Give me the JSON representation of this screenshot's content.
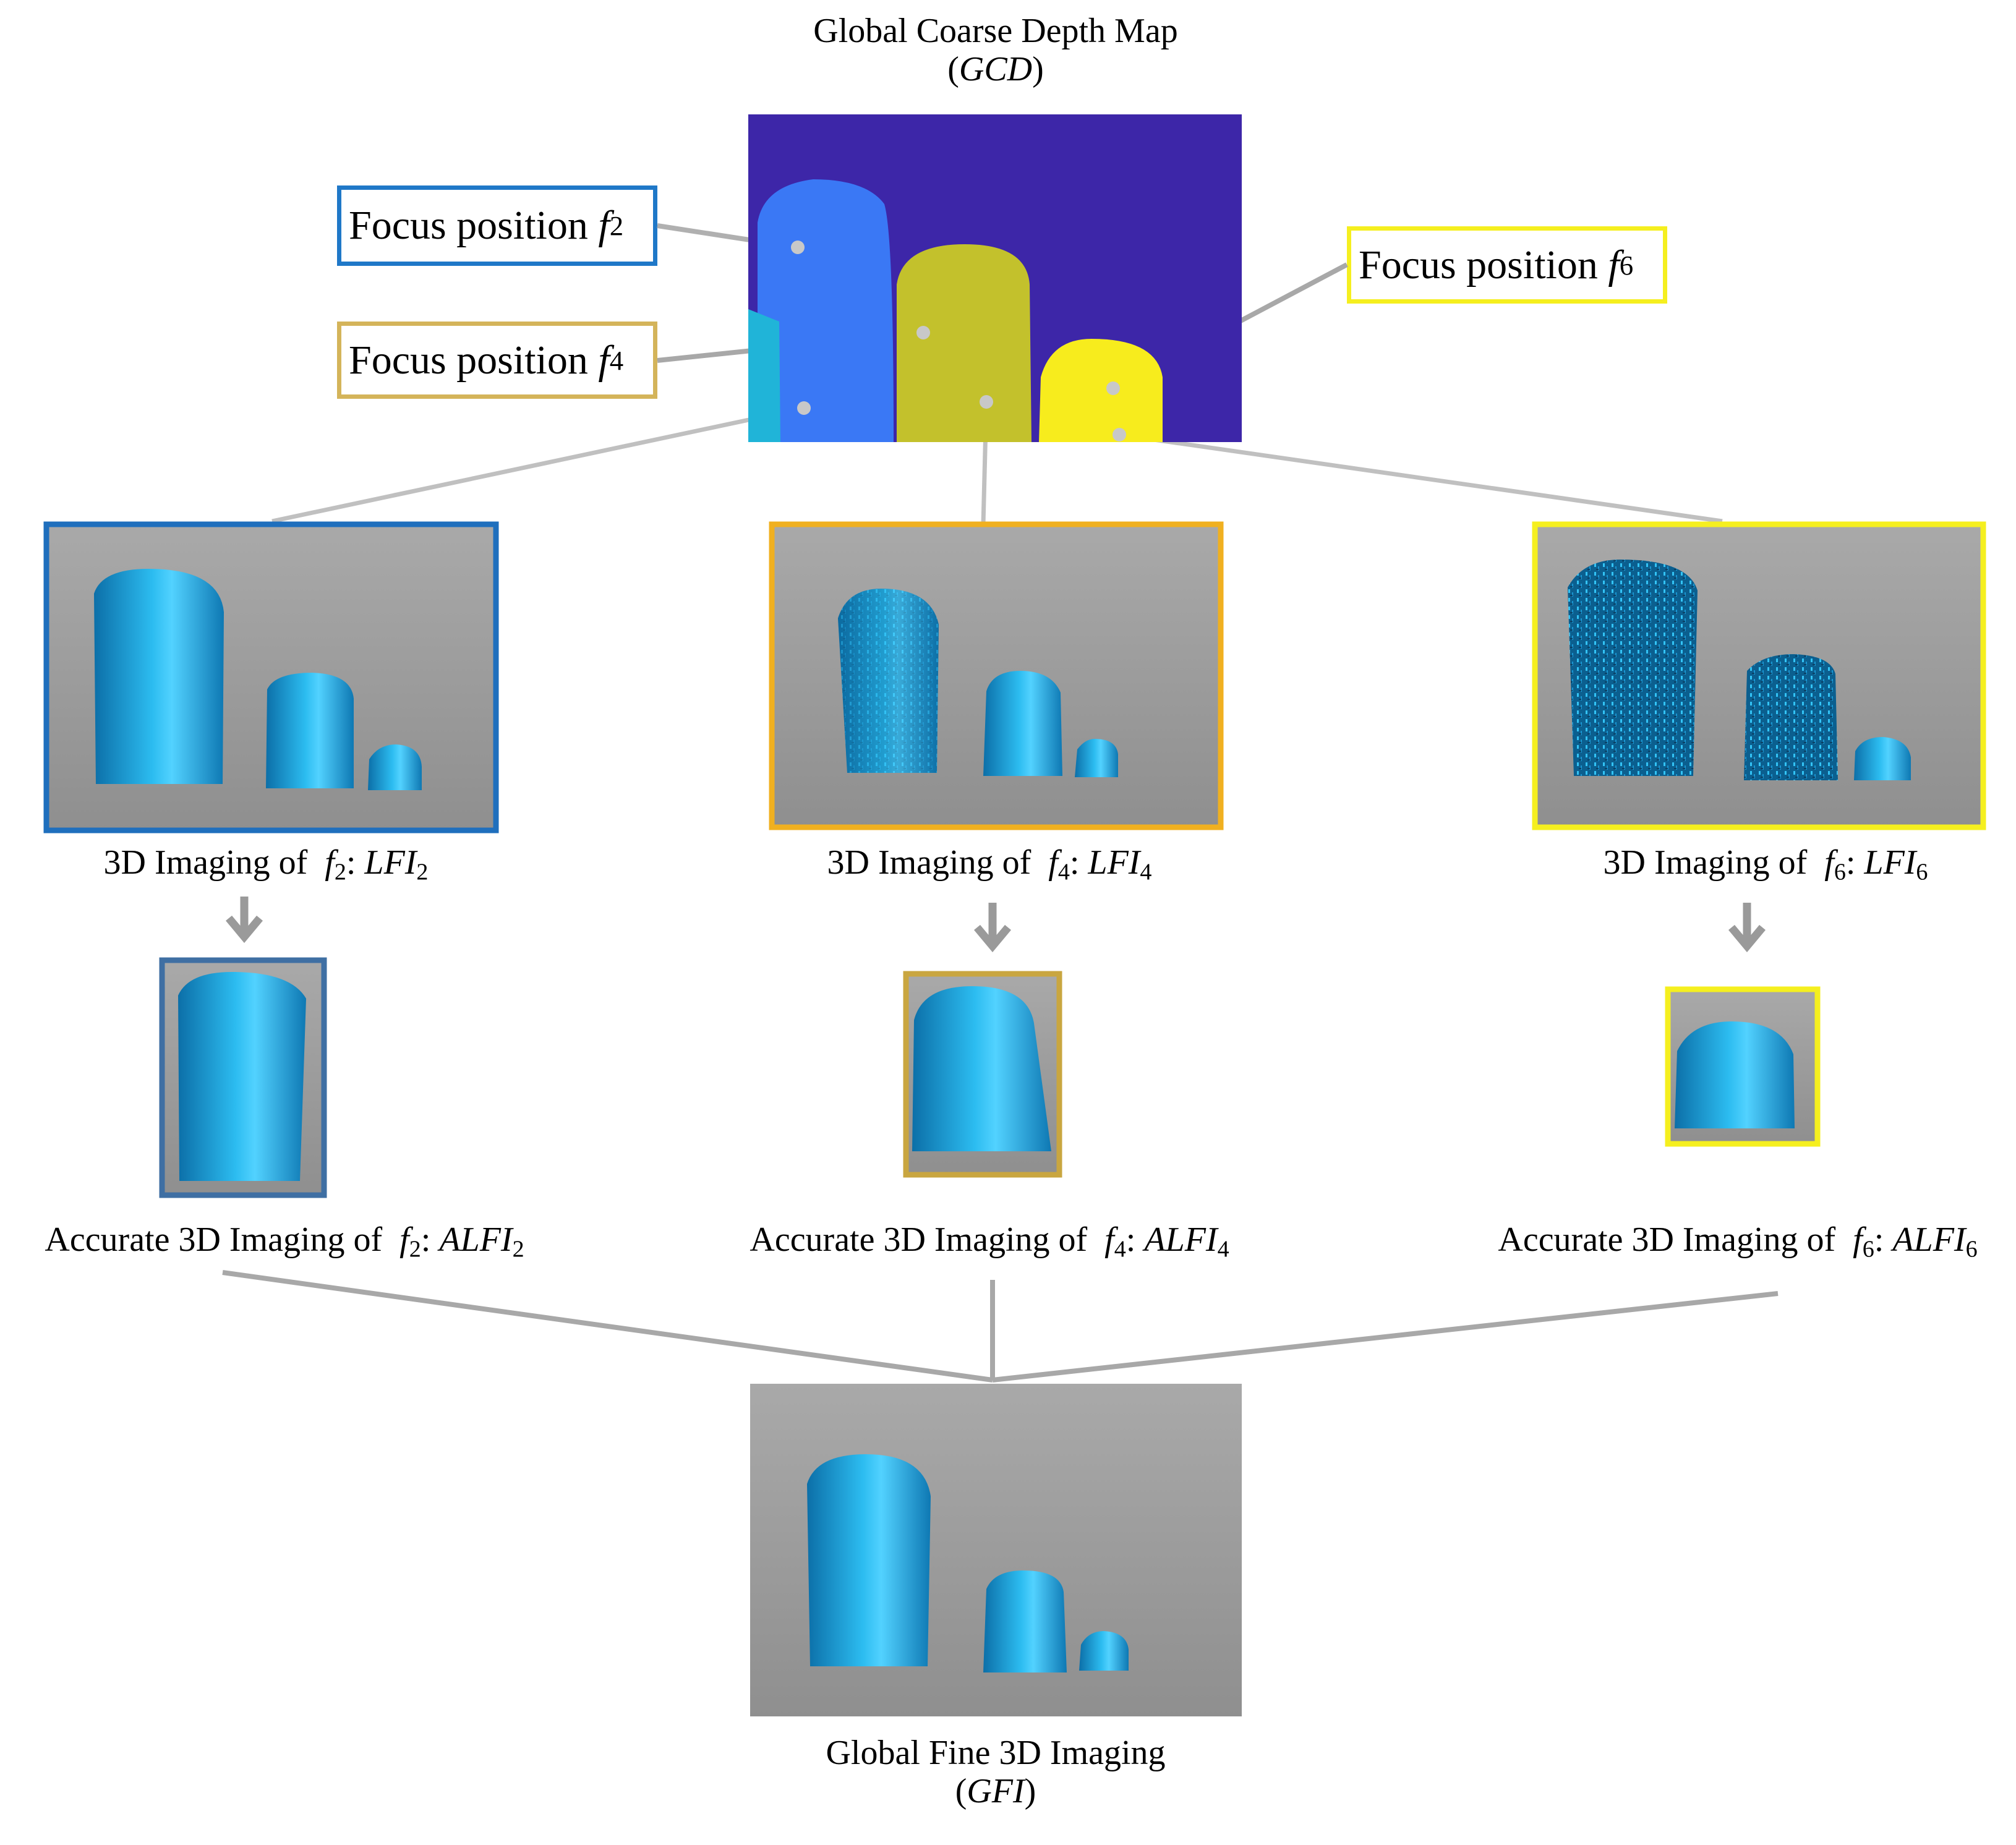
{
  "gcd": {
    "title": "Global Coarse Depth Map",
    "abbr": "GCD",
    "colors": {
      "background": "#3d26a8",
      "finger_large": "#3a78f5",
      "finger_medium": "#c3c12c",
      "finger_small": "#f7ec1d"
    }
  },
  "focus_labels": [
    {
      "text": "Focus position",
      "symbol": "f",
      "sub": "2",
      "color": "#1f78c8"
    },
    {
      "text": "Focus position",
      "symbol": "f",
      "sub": "4",
      "color": "#d4b45a"
    },
    {
      "text": "Focus position",
      "symbol": "f",
      "sub": "6",
      "color": "#f5ef1f"
    }
  ],
  "lfi": [
    {
      "prefix": "3D Imaging of",
      "symbol": "f",
      "sub": "2",
      "name": "LFI",
      "name_sub": "2",
      "border": "#1f6fbd"
    },
    {
      "prefix": "3D Imaging of",
      "symbol": "f",
      "sub": "4",
      "name": "LFI",
      "name_sub": "4",
      "border": "#f0b020"
    },
    {
      "prefix": "3D Imaging of",
      "symbol": "f",
      "sub": "6",
      "name": "LFI",
      "name_sub": "6",
      "border": "#f5ef1f"
    }
  ],
  "alfi": [
    {
      "prefix": "Accurate 3D Imaging of",
      "symbol": "f",
      "sub": "2",
      "name": "ALFI",
      "name_sub": "2",
      "border": "#3f6fa3"
    },
    {
      "prefix": "Accurate 3D Imaging of",
      "symbol": "f",
      "sub": "4",
      "name": "ALFI",
      "name_sub": "4",
      "border": "#c9a640"
    },
    {
      "prefix": "Accurate 3D Imaging of",
      "symbol": "f",
      "sub": "6",
      "name": "ALFI",
      "name_sub": "6",
      "border": "#f5ef1f"
    }
  ],
  "gfi": {
    "title": "Global Fine 3D Imaging",
    "abbr": "GFI"
  },
  "style": {
    "connector": "#b4b4b4",
    "arrow": "#9a9a9a",
    "panel_gray": "#9e9e9e",
    "surface_blue": "#1ea0dc"
  }
}
